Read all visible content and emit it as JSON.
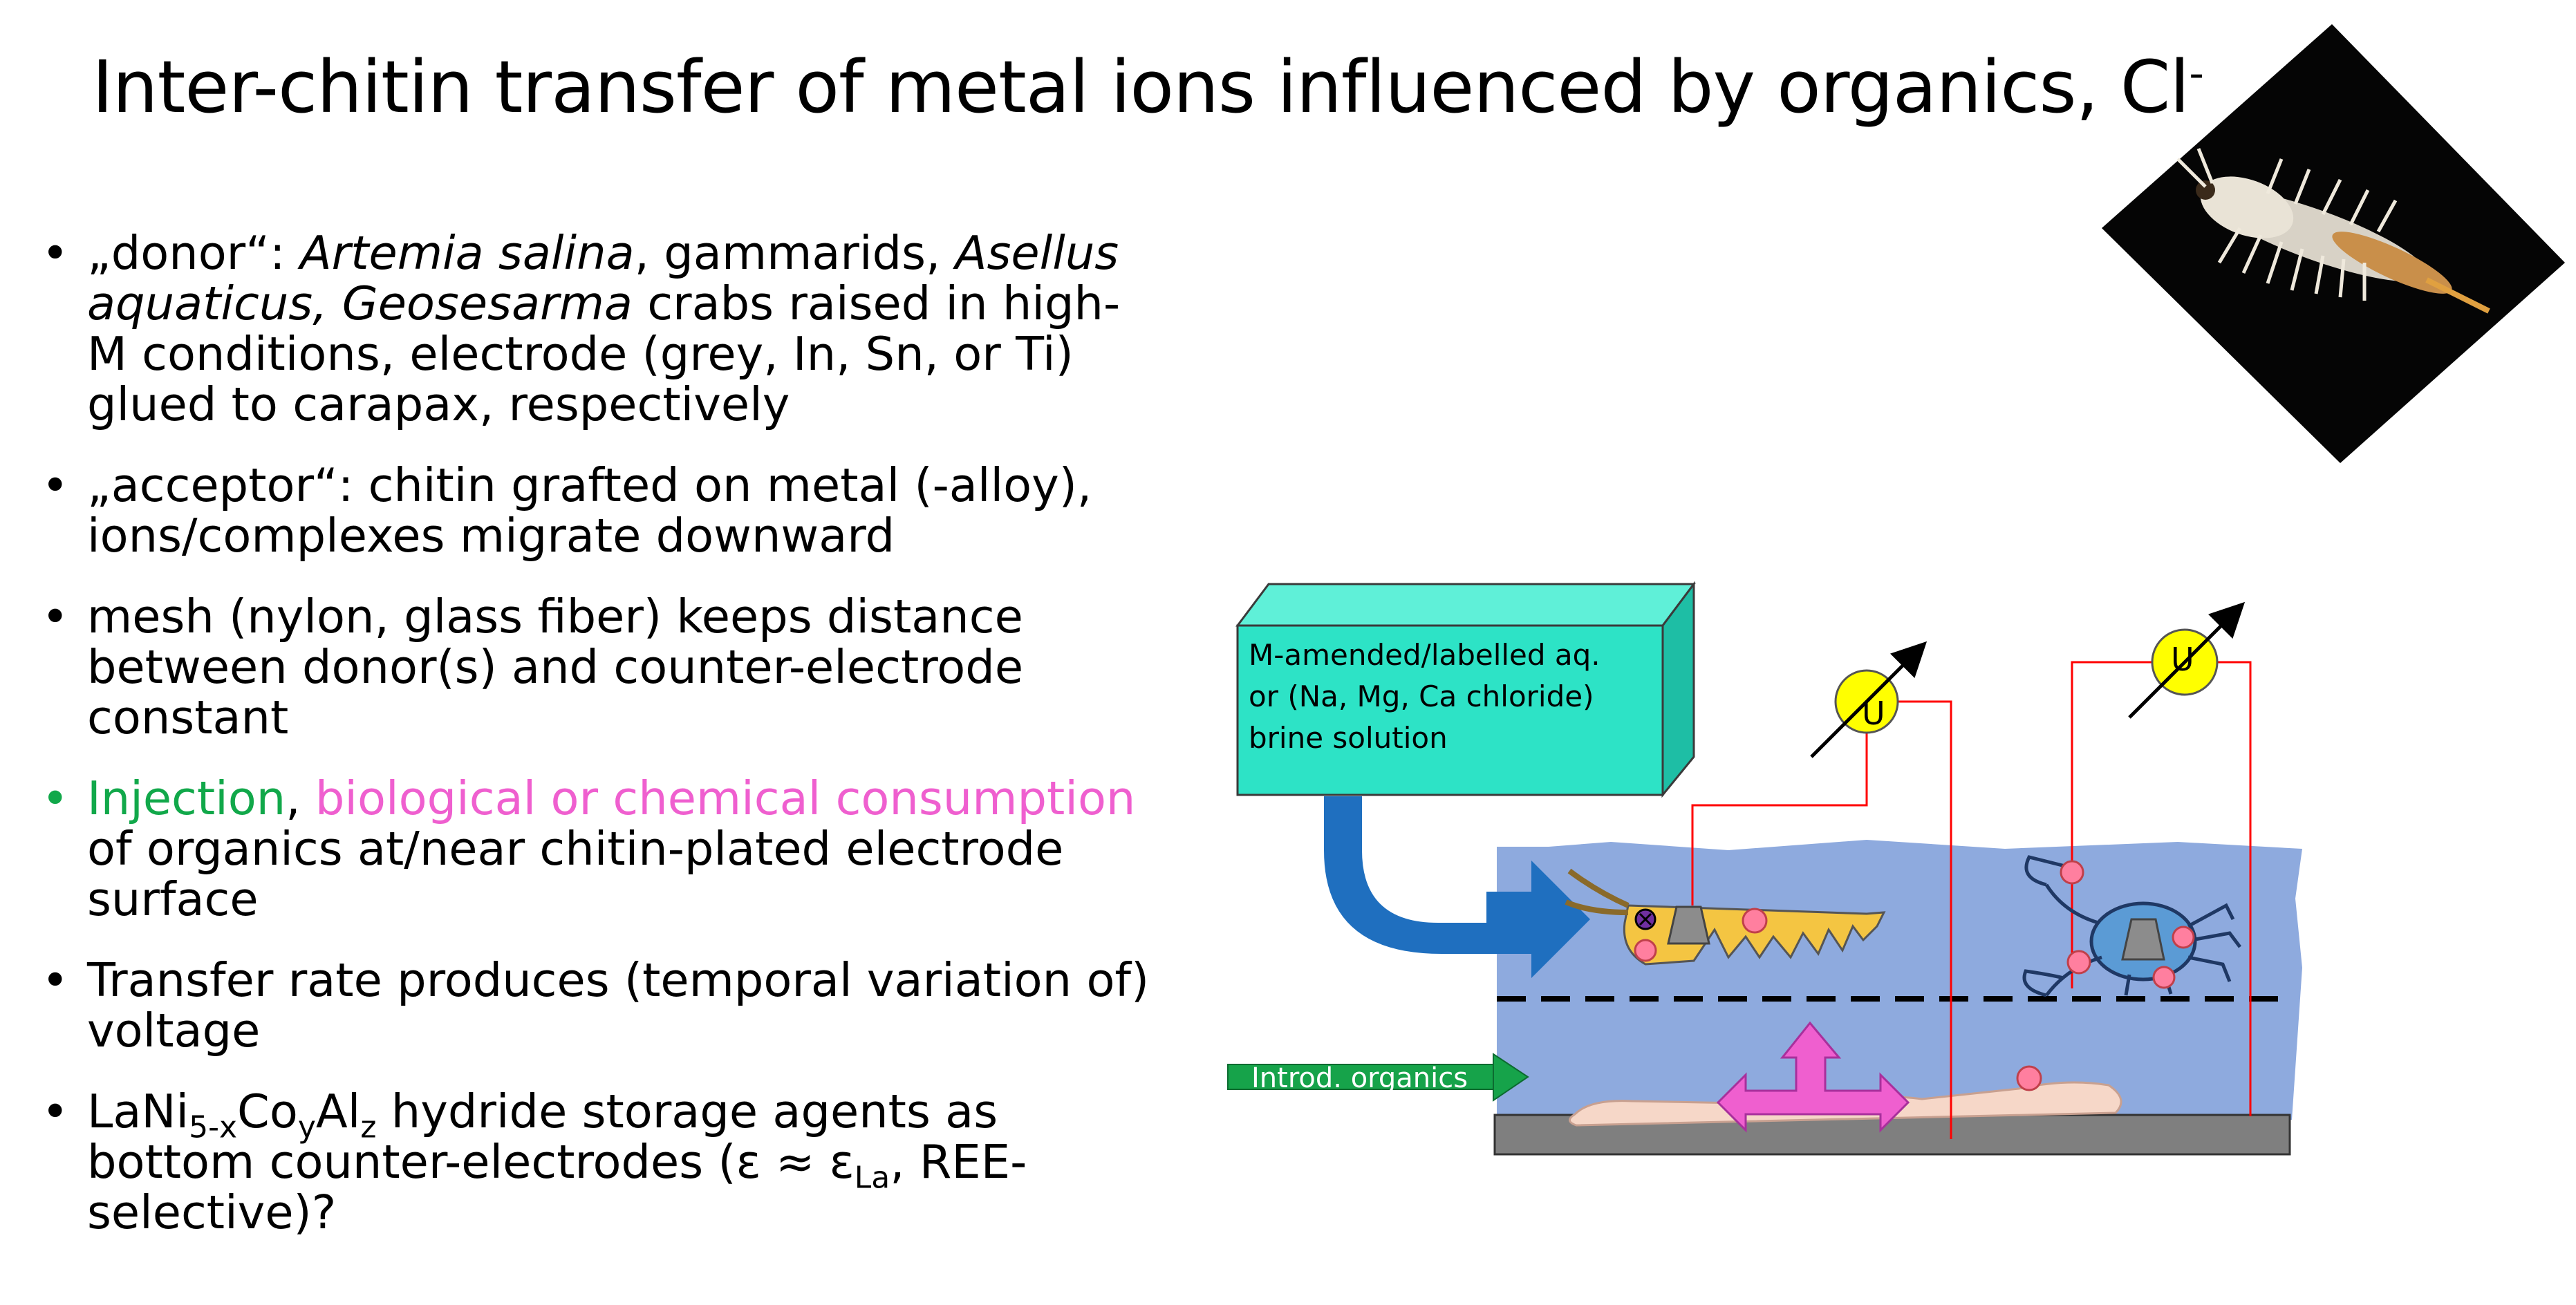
{
  "title": {
    "text": "Inter-chitin transfer of metal ions influenced by organics, Cl",
    "superscript": "-"
  },
  "bullets": {
    "b1": {
      "quote": "„donor“: ",
      "sp1": "Artemia salina",
      "t1": ", gammarids, ",
      "sp2": "Asellus aquaticus, Geosesarma",
      "t2": " crabs raised in high-M conditions, electrode (grey, In, Sn, or Ti) glued to carapax, respectively"
    },
    "b2": "„acceptor“: chitin grafted on metal (-alloy), ions/complexes migrate downward",
    "b3": "mesh (nylon, glass fiber) keeps distance between donor(s) and counter-electrode constant",
    "b4": {
      "injection": "Injection",
      "comma": ", ",
      "bio": "biological or chemical consumption",
      "rest": " of organics at/near chitin-plated electrode surface"
    },
    "b5": "Transfer rate produces (temporal variation of) voltage",
    "b6": {
      "p1": "LaNi",
      "s1": "5-x",
      "p2": "Co",
      "s2": "y",
      "p3": "Al",
      "s3": "z",
      "p4": " hydride storage agents as bottom counter-electrodes (ε ≈ ε",
      "s4": "La",
      "p5": ", REE-selective)?"
    },
    "bullet_symbol": "•"
  },
  "diagram": {
    "solution_box": "M-amended/labelled  aq. or (Na, Mg, Ca chloride) brine solution",
    "organics_label": "Introd. organics",
    "voltmeter_symbol": "U",
    "colors": {
      "box_front": "#2de3c6",
      "box_top": "#5ff0d8",
      "box_side": "#1ebea5",
      "water": "#8eaade",
      "blue_arrow": "#1f6fbf",
      "green_arrow": "#16a34a",
      "pink": "#ef5fcf",
      "voltmeter": "#ffff00",
      "wire": "#ff0000",
      "electrode": "#7f7f7f",
      "shrimp": "#f4c542",
      "crab": "#5b9bd5",
      "dot": "#ff7f9f",
      "chitin": "#f6d7c8"
    }
  }
}
